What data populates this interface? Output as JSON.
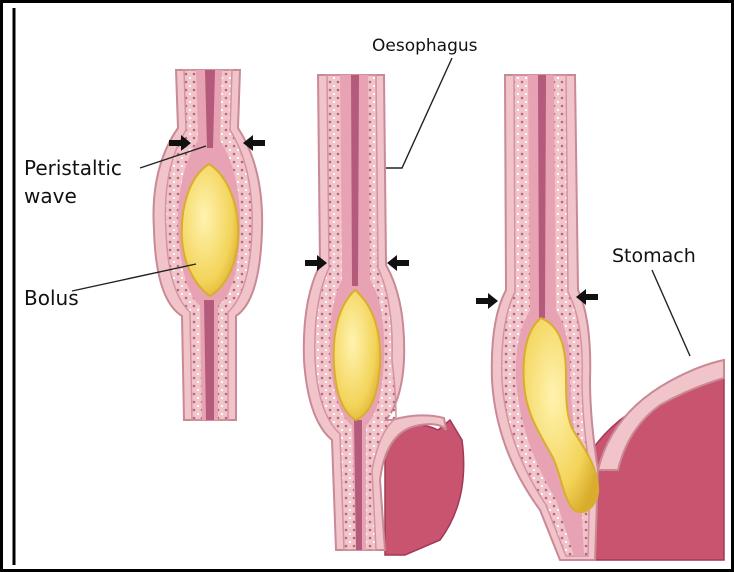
{
  "labels": {
    "peristaltic_wave": "Peristaltic\nwave",
    "bolus": "Bolus",
    "oesophagus": "Oesophagus",
    "stomach": "Stomach"
  },
  "colors": {
    "wall_outer": "#f1c4ca",
    "wall_mucosa": "#e7a3b3",
    "lumen": "#b45a7a",
    "bolus": "#f7df74",
    "bolus_edge": "#d8ae2e",
    "stomach_rugae": "#c9546f",
    "frame": "#000000"
  },
  "icons": [
    "arrow-right-icon",
    "arrow-left-icon"
  ]
}
